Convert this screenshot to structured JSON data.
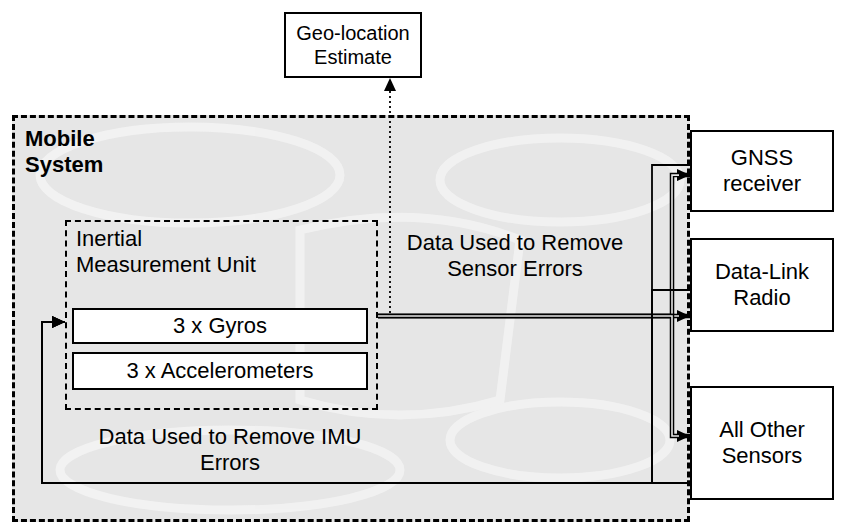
{
  "diagram": {
    "nodes": [
      {
        "text": [
          "Geo-location Estimate"
        ]
      },
      {
        "text": [
          "Mobile System"
        ]
      },
      {
        "text": [
          "Inertial Measurement Unit"
        ],
        "in": 1
      },
      {
        "text": [
          "3 x Gyros"
        ],
        "in": 2
      },
      {
        "text": [
          "3 x Accelerometers"
        ],
        "in": 2
      },
      {
        "text": [
          "GNSS receiver"
        ]
      },
      {
        "text": [
          "Data-Link Radio"
        ]
      },
      {
        "text": [
          "All Other Sensors"
        ]
      }
    ],
    "edges": [
      {
        "from": 2,
        "to": 0,
        "arrow": "to"
      },
      {
        "from": 2,
        "to": 5,
        "arrow": "to"
      },
      {
        "from": 2,
        "to": 6,
        "arrow": "to",
        "label": "Data Used to Remove Sensor Errors"
      },
      {
        "from": 2,
        "to": 7,
        "arrow": "to"
      },
      {
        "from": 5,
        "to": 2,
        "arrow": "to"
      },
      {
        "from": 6,
        "to": 2,
        "arrow": "to"
      },
      {
        "from": 7,
        "to": 2,
        "arrow": "to",
        "label": "Data Used to Remove IMU Errors"
      }
    ]
  }
}
